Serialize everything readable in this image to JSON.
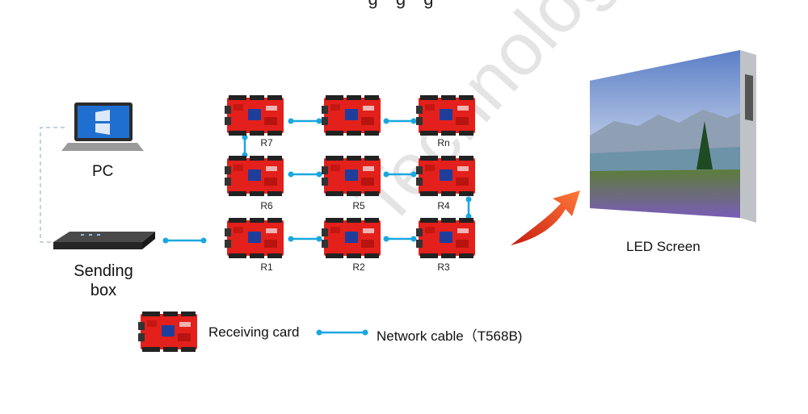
{
  "header": {
    "clipped_text": "g           g            g"
  },
  "devices": {
    "pc_label": "PC",
    "sending_line1": "Sending",
    "sending_line2": "box",
    "screen_label": "LED Screen"
  },
  "cards": {
    "R7": "R7",
    "Rn": "Rn",
    "R6": "R6",
    "R5": "R5",
    "R4": "R4",
    "R1": "R1",
    "R2": "R2",
    "R3": "R3"
  },
  "legend": {
    "card_label": "Receiving card",
    "cable_label": "Network cable（T568B)"
  },
  "watermark": "Technology",
  "colors": {
    "card_red": "#e3201b",
    "cable_blue": "#1aa7e0",
    "arrow_red": "#e5391d",
    "dashed_line": "#a9c6df"
  }
}
